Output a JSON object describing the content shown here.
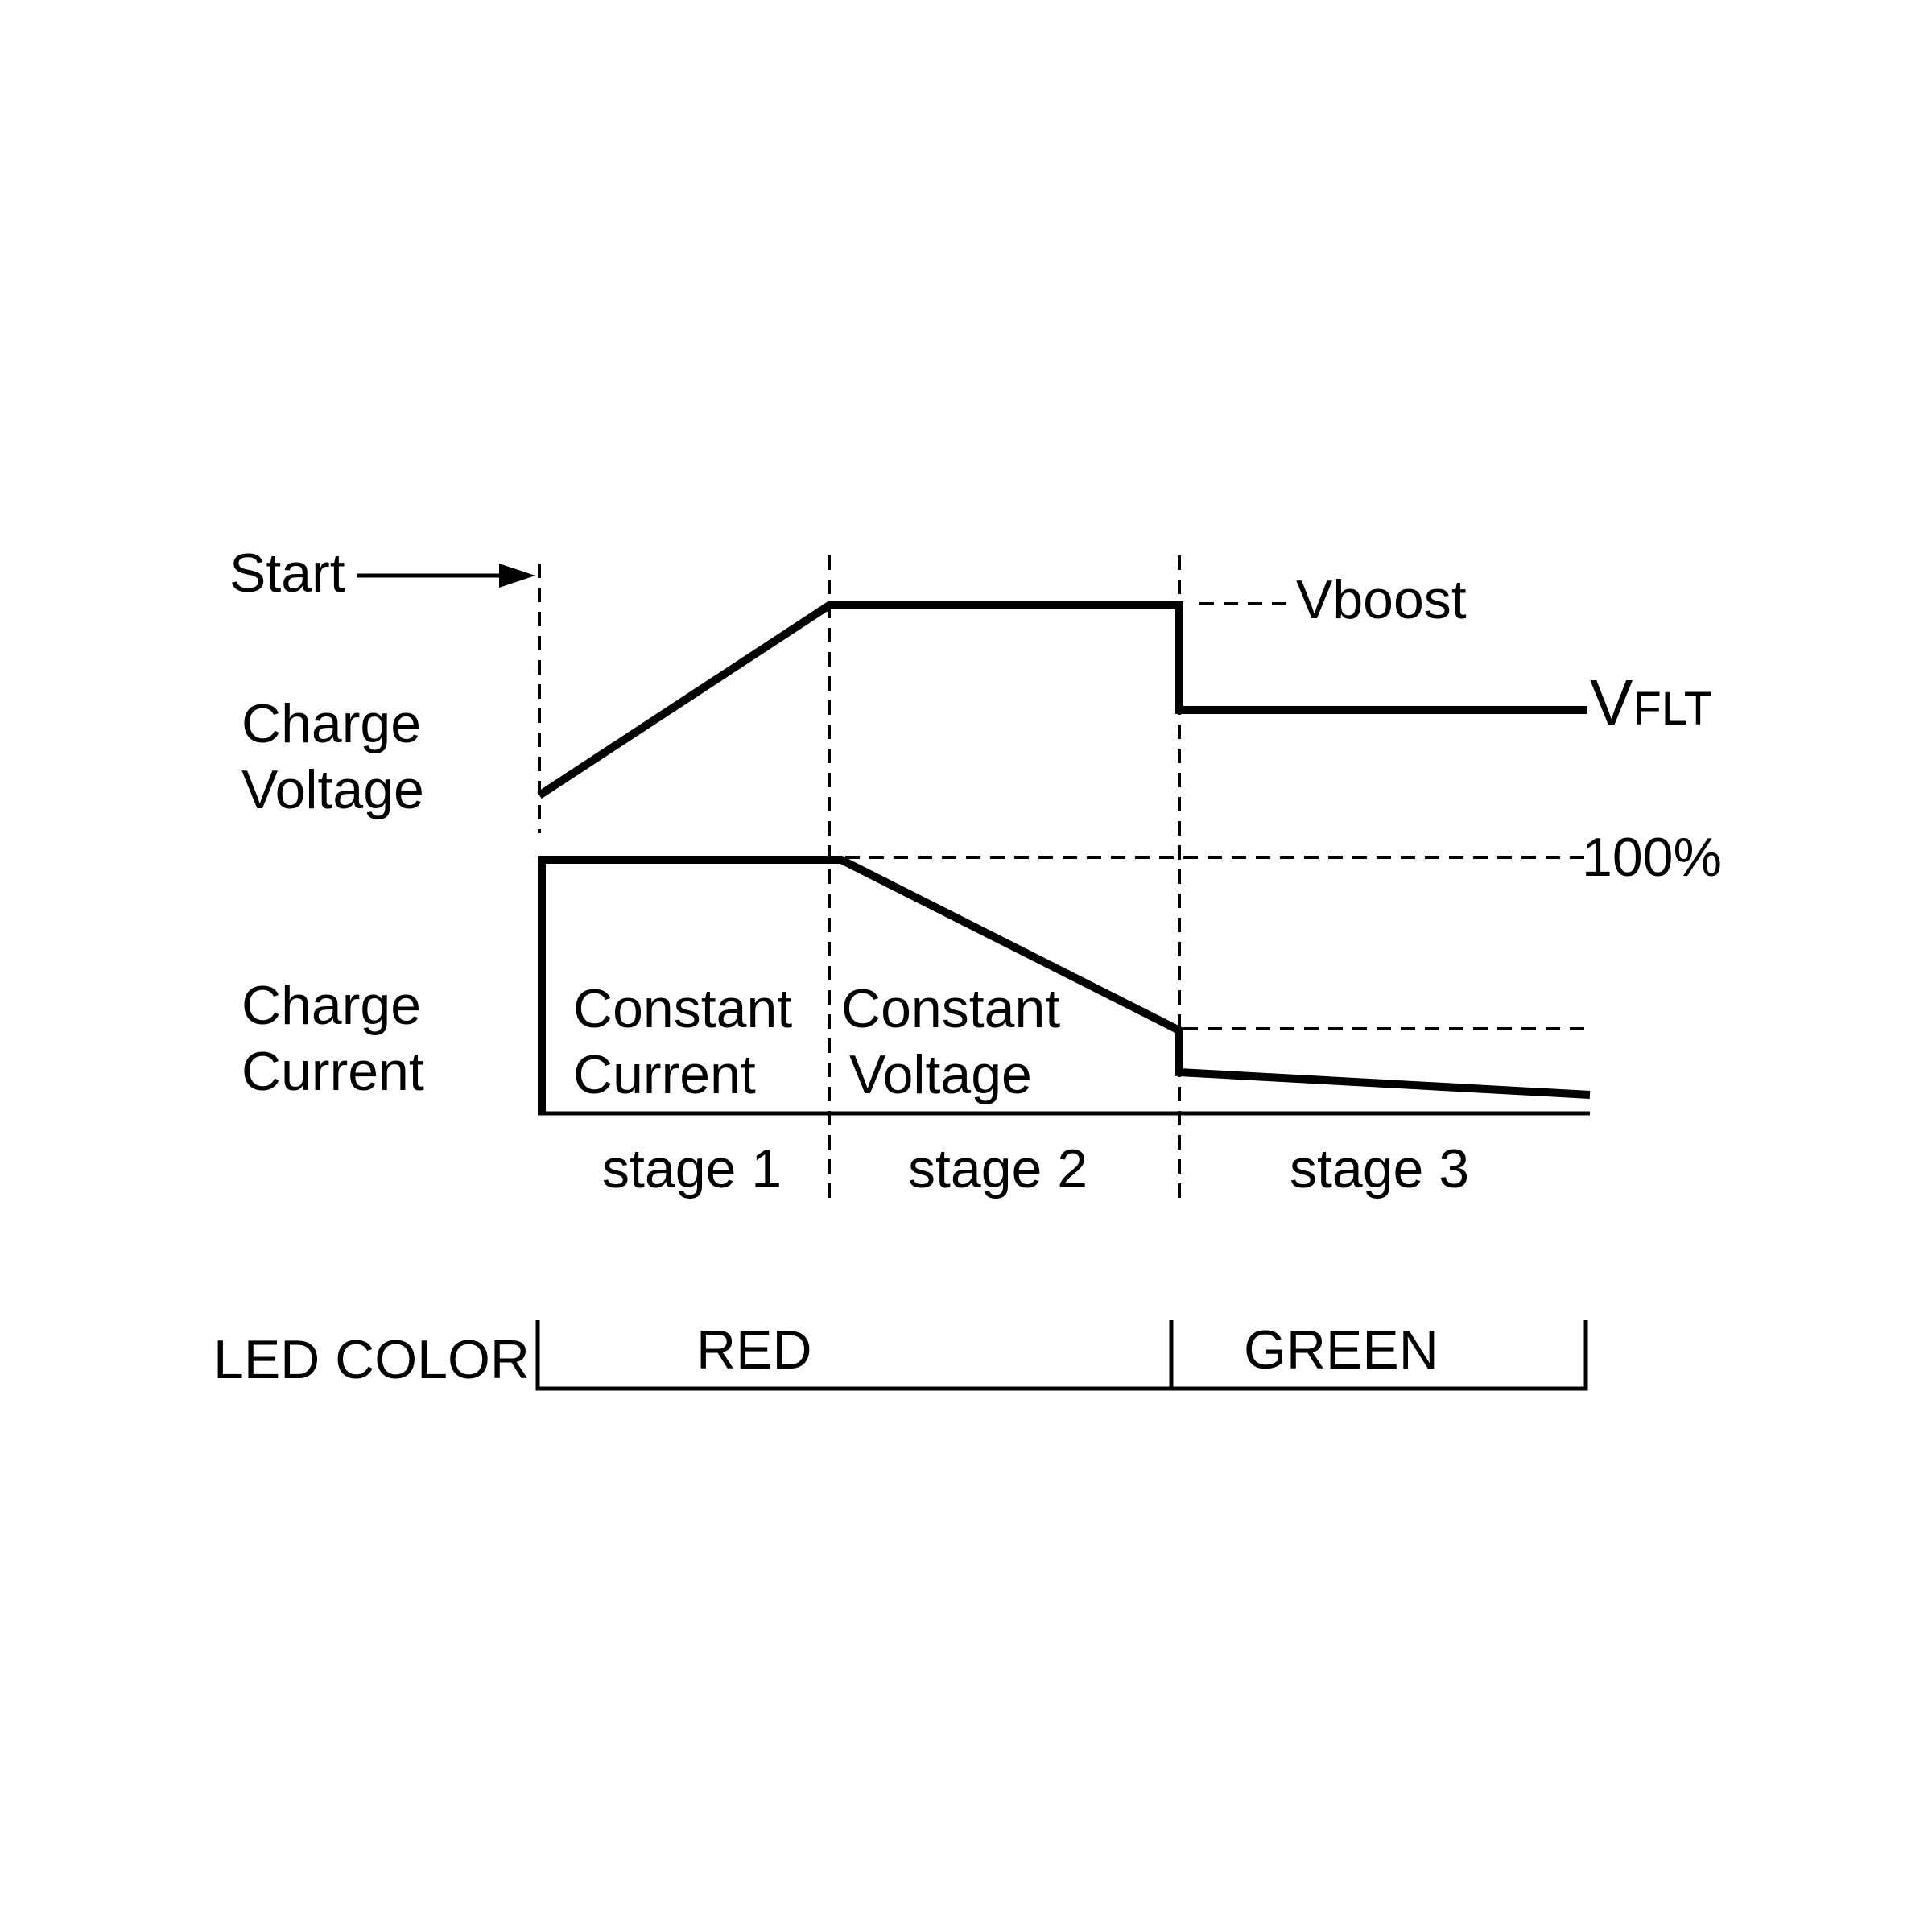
{
  "labels": {
    "start": "Start",
    "charge_voltage_line1": "Charge",
    "charge_voltage_line2": "Voltage",
    "charge_current_line1": "Charge",
    "charge_current_line2": "Current",
    "vboost": "Vboost",
    "vflt_v": "V",
    "vflt_sub": "FLT",
    "percent_100": "100%",
    "constant_current_line1": "Constant",
    "constant_current_line2": "Current",
    "constant_voltage_line1": "Constant",
    "constant_voltage_line2": "Voltage"
  },
  "stages": [
    "stage 1",
    "stage 2",
    "stage 3"
  ],
  "led": {
    "label": "LED COLOR",
    "colors": [
      "RED",
      "GREEN"
    ]
  }
}
